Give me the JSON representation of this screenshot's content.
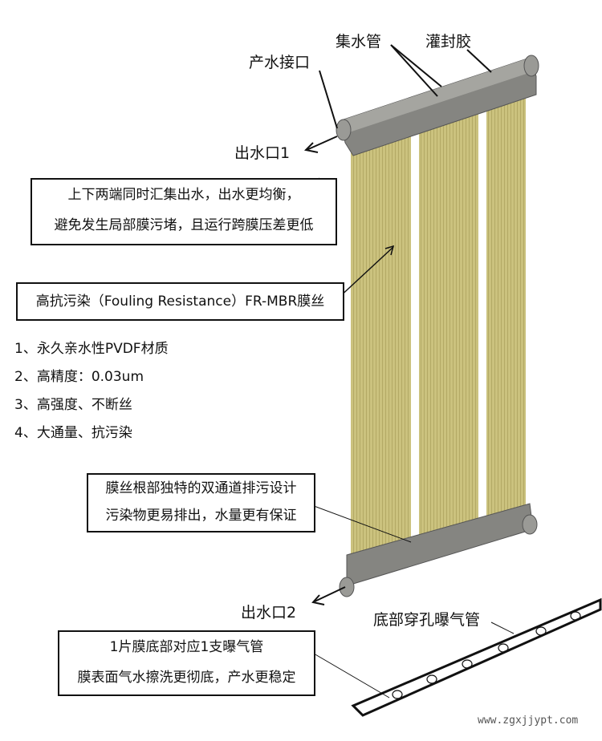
{
  "labels": {
    "collector_pipe": "集水管",
    "potting": "灌封胶",
    "outlet_connector": "产水接口",
    "outlet1": "出水口1",
    "outlet2": "出水口2",
    "aeration_pipe": "底部穿孔曝气管"
  },
  "callouts": {
    "both_ends": [
      "上下两端同时汇集出水，出水更均衡，",
      "避免发生局部膜污堵，且运行跨膜压差更低"
    ],
    "fiber": "高抗污染（Fouling Resistance）FR-MBR膜丝",
    "root_design": [
      "膜丝根部独特的双通道排污设计",
      "污染物更易排出，水量更有保证"
    ],
    "aeration": [
      "1片膜底部对应1支曝气管",
      "膜表面气水擦洗更彻底，产水更稳定"
    ]
  },
  "features": [
    "1、永久亲水性PVDF材质",
    "2、高精度：0.03um",
    "3、高强度、不断丝",
    "4、大通量、抗污染"
  ],
  "watermark": "www.zgxjjypt.com",
  "colors": {
    "membrane": "#c9bf7a",
    "header": "#8a8a86"
  }
}
